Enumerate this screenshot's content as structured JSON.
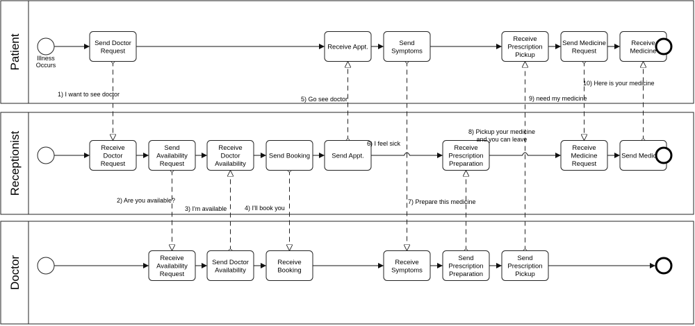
{
  "pools": [
    {
      "id": "patient",
      "label": "Patient"
    },
    {
      "id": "receptionist",
      "label": "Receptionist"
    },
    {
      "id": "doctor",
      "label": "Doctor"
    }
  ],
  "start_event_label": "Illness Occurs",
  "tasks": [
    {
      "id": "p_send_doctor_request",
      "pool": "patient",
      "lines": [
        "Send Doctor",
        "Request"
      ]
    },
    {
      "id": "p_receive_appt",
      "pool": "patient",
      "lines": [
        "Receive Appt."
      ]
    },
    {
      "id": "p_send_symptoms",
      "pool": "patient",
      "lines": [
        "Send",
        "Symptoms"
      ]
    },
    {
      "id": "p_receive_prescription_pickup",
      "pool": "patient",
      "lines": [
        "Receive",
        "Prescription",
        "Pickup"
      ]
    },
    {
      "id": "p_send_medicine_request",
      "pool": "patient",
      "lines": [
        "Send Medicine",
        "Request"
      ]
    },
    {
      "id": "p_receive_medicine",
      "pool": "patient",
      "lines": [
        "Receive",
        "Medicine"
      ]
    },
    {
      "id": "r_receive_doctor_request",
      "pool": "receptionist",
      "lines": [
        "Receive",
        "Doctor",
        "Request"
      ]
    },
    {
      "id": "r_send_availability_request",
      "pool": "receptionist",
      "lines": [
        "Send",
        "Availability",
        "Request"
      ]
    },
    {
      "id": "r_receive_doctor_availability",
      "pool": "receptionist",
      "lines": [
        "Receive",
        "Doctor",
        "Availability"
      ]
    },
    {
      "id": "r_send_booking",
      "pool": "receptionist",
      "lines": [
        "Send Booking"
      ]
    },
    {
      "id": "r_send_appt",
      "pool": "receptionist",
      "lines": [
        "Send Appt."
      ]
    },
    {
      "id": "r_receive_prescription_preparation",
      "pool": "receptionist",
      "lines": [
        "Receive",
        "Prescription",
        "Preparation"
      ]
    },
    {
      "id": "r_receive_medicine_request",
      "pool": "receptionist",
      "lines": [
        "Receive",
        "Medicine",
        "Request"
      ]
    },
    {
      "id": "r_send_medicine",
      "pool": "receptionist",
      "lines": [
        "Send Medicine"
      ]
    },
    {
      "id": "d_receive_availability_request",
      "pool": "doctor",
      "lines": [
        "Receive",
        "Availability",
        "Request"
      ]
    },
    {
      "id": "d_send_doctor_availability",
      "pool": "doctor",
      "lines": [
        "Send Doctor",
        "Availability"
      ]
    },
    {
      "id": "d_receive_booking",
      "pool": "doctor",
      "lines": [
        "Receive",
        "Booking"
      ]
    },
    {
      "id": "d_receive_symptoms",
      "pool": "doctor",
      "lines": [
        "Receive",
        "Symptoms"
      ]
    },
    {
      "id": "d_send_prescription_preparation",
      "pool": "doctor",
      "lines": [
        "Send",
        "Prescription",
        "Preparation"
      ]
    },
    {
      "id": "d_send_prescription_pickup",
      "pool": "doctor",
      "lines": [
        "Send",
        "Prescription",
        "Pickup"
      ]
    }
  ],
  "messages": [
    {
      "id": "m1",
      "from": "p_send_doctor_request",
      "to": "r_receive_doctor_request",
      "lines": [
        "1) I want to see doctor"
      ]
    },
    {
      "id": "m2",
      "from": "r_send_availability_request",
      "to": "d_receive_availability_request",
      "lines": [
        "2) Are you available?"
      ]
    },
    {
      "id": "m3",
      "from": "d_send_doctor_availability",
      "to": "r_receive_doctor_availability",
      "lines": [
        "3) I'm available"
      ]
    },
    {
      "id": "m4",
      "from": "r_send_booking",
      "to": "d_receive_booking",
      "lines": [
        "4) I'll book you"
      ]
    },
    {
      "id": "m5",
      "from": "r_send_appt",
      "to": "p_receive_appt",
      "lines": [
        "5) Go see doctor"
      ]
    },
    {
      "id": "m6",
      "from": "p_send_symptoms",
      "to": "d_receive_symptoms",
      "lines": [
        "6) I feel sick"
      ]
    },
    {
      "id": "m7",
      "from": "d_send_prescription_preparation",
      "to": "r_receive_prescription_preparation",
      "lines": [
        "7) Prepare this medicine"
      ]
    },
    {
      "id": "m8",
      "from": "d_send_prescription_pickup",
      "to": "p_receive_prescription_pickup",
      "lines": [
        "8) Pickup your medicine",
        "and you can leave"
      ]
    },
    {
      "id": "m9",
      "from": "p_send_medicine_request",
      "to": "r_receive_medicine_request",
      "lines": [
        "9)  need my medicine"
      ]
    },
    {
      "id": "m10",
      "from": "r_send_medicine",
      "to": "p_receive_medicine",
      "lines": [
        "10) Here is your medicine"
      ]
    }
  ]
}
